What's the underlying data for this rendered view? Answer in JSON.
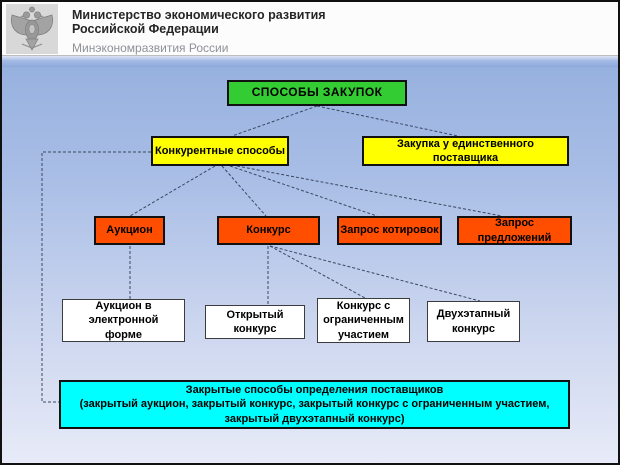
{
  "header": {
    "title_lines": [
      "Министерство экономического развития",
      "Российской Федерации"
    ],
    "subtitle": "Минэкономразвития России",
    "emblem": "russian-double-headed-eagle"
  },
  "diagram": {
    "root": {
      "id": "sposoby-zakupok",
      "label": "СПОСОБЫ ЗАКУПОК",
      "color": "#33cc33"
    },
    "level2": [
      {
        "id": "konkurentnye-sposoby",
        "label": "Конкурентные способы",
        "color": "#ffff00"
      },
      {
        "id": "zakupka-u-edinstvennogo-postavshchika",
        "label": "Закупка у единственного поставщика",
        "color": "#ffff00"
      }
    ],
    "level3": [
      {
        "id": "auktsion",
        "label": "Аукцион",
        "color": "#ff4e00"
      },
      {
        "id": "konkurs",
        "label": "Конкурс",
        "color": "#ff4e00"
      },
      {
        "id": "zapros-kotirovok",
        "label": "Запрос котировок",
        "color": "#ff4e00"
      },
      {
        "id": "zapros-predlozheniy",
        "label": "Запрос предложений",
        "color": "#ff4e00"
      }
    ],
    "level4": [
      {
        "id": "auktsion-v-elektronnoy-forme",
        "lines": [
          "Аукцион в электронной",
          "форме"
        ],
        "color": "#ffffff"
      },
      {
        "id": "otkrytyy-konkurs",
        "lines": [
          "Открытый конкурс"
        ],
        "color": "#ffffff"
      },
      {
        "id": "konkurs-s-ogranichennym-uchastiem",
        "lines": [
          "Конкурс с",
          "ограниченным",
          "участием"
        ],
        "color": "#ffffff"
      },
      {
        "id": "dvukhetapnyy-konkurs",
        "lines": [
          "Двухэтапный",
          "конкурс"
        ],
        "color": "#ffffff"
      }
    ],
    "closed_box": {
      "id": "zakrytye-sposoby",
      "lines": [
        "Закрытые способы определения поставщиков",
        "(закрытый аукцион, закрытый конкурс, закрытый конкурс с ограниченным участием,",
        "закрытый двухэтапный конкурс)"
      ],
      "color": "#00ffff"
    },
    "edges": [
      {
        "from": "sposoby-zakupok",
        "to": "konkurentnye-sposoby",
        "style": "dashed"
      },
      {
        "from": "sposoby-zakupok",
        "to": "zakupka-u-edinstvennogo-postavshchika",
        "style": "dashed"
      },
      {
        "from": "konkurentnye-sposoby",
        "to": "auktsion",
        "style": "dashed"
      },
      {
        "from": "konkurentnye-sposoby",
        "to": "konkurs",
        "style": "dashed"
      },
      {
        "from": "konkurentnye-sposoby",
        "to": "zapros-kotirovok",
        "style": "dashed"
      },
      {
        "from": "konkurentnye-sposoby",
        "to": "zapros-predlozheniy",
        "style": "dashed"
      },
      {
        "from": "auktsion",
        "to": "auktsion-v-elektronnoy-forme",
        "style": "dashed"
      },
      {
        "from": "konkurs",
        "to": "otkrytyy-konkurs",
        "style": "dashed"
      },
      {
        "from": "konkurs",
        "to": "konkurs-s-ogranichennym-uchastiem",
        "style": "dashed"
      },
      {
        "from": "konkurs",
        "to": "dvukhetapnyy-konkurs",
        "style": "dashed"
      },
      {
        "from": "konkurentnye-sposoby",
        "to": "zakrytye-sposoby",
        "style": "dashed-elbow"
      }
    ],
    "connector_color": "#3a4760"
  }
}
